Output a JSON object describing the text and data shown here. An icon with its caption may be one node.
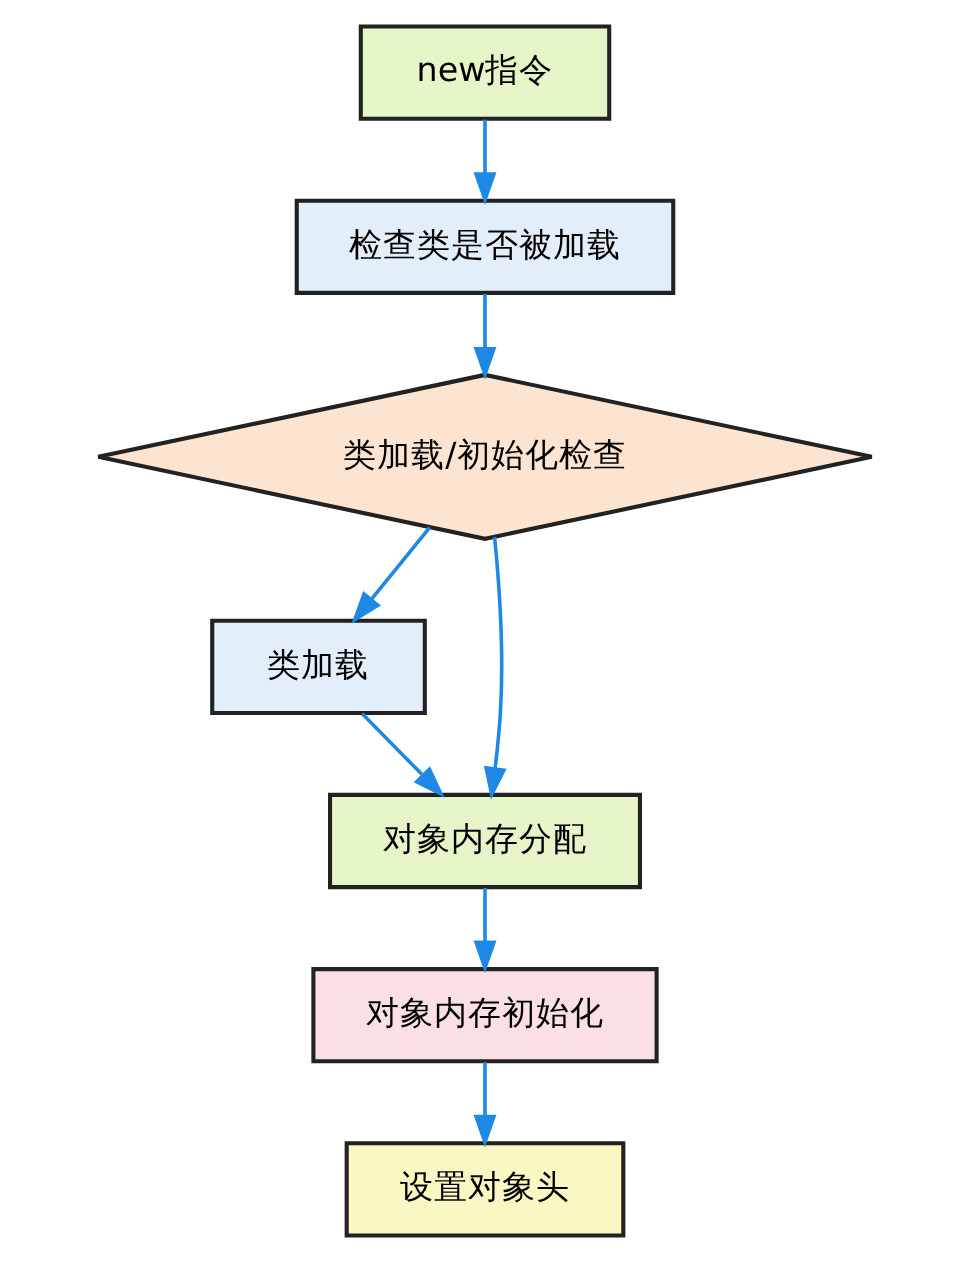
{
  "diagram": {
    "nodes": [
      {
        "text": [
          "new指令"
        ]
      },
      {
        "text": [
          "检查类是否被加载"
        ]
      },
      {
        "text": [
          "类加载/初始化检查"
        ]
      },
      {
        "text": [
          "类加载"
        ]
      },
      {
        "text": [
          "对象内存分配"
        ]
      },
      {
        "text": [
          "对象内存初始化"
        ]
      },
      {
        "text": [
          "设置对象头"
        ]
      }
    ],
    "edges": [
      {
        "from": 0,
        "to": 1,
        "arrow": "to"
      },
      {
        "from": 1,
        "to": 2,
        "arrow": "to"
      },
      {
        "from": 2,
        "to": 4,
        "arrow": "to"
      },
      {
        "from": 2,
        "to": 3,
        "arrow": "to"
      },
      {
        "from": 3,
        "to": 4,
        "arrow": "to"
      },
      {
        "from": 4,
        "to": 5,
        "arrow": "to"
      },
      {
        "from": 5,
        "to": 6,
        "arrow": "to"
      }
    ]
  }
}
